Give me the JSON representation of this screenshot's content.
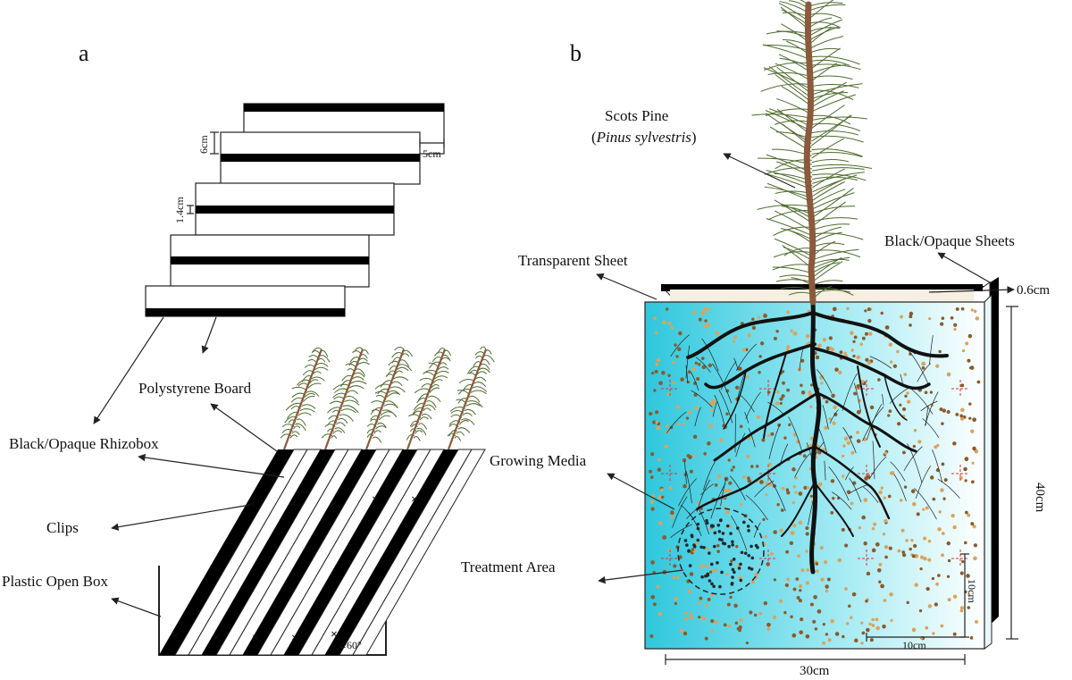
{
  "panel_a": {
    "label": "a",
    "dims": {
      "height": "6cm",
      "overhang": "5cm",
      "stripe": "1.4cm"
    },
    "labels": {
      "board": "Polystyrene Board",
      "rhizobox": "Black/Opaque Rhizobox",
      "clips": "Clips",
      "box": "Plastic Open Box",
      "angle": "∠60°"
    },
    "clip_mark": "×"
  },
  "panel_b": {
    "label": "b",
    "labels": {
      "pine_common": "Scots Pine",
      "pine_paren_open": "(",
      "pine_latin": "Pinus sylvestris",
      "pine_paren_close": ")",
      "black_sheets": "Black/Opaque Sheets",
      "transparent": "Transparent Sheet",
      "thickness": "0.6cm",
      "growing_media": "Growing Media",
      "treatment": "Treatment Area",
      "height": "40cm",
      "width": "30cm",
      "grid_v": "10cm",
      "grid_h": "10cm"
    }
  },
  "colors": {
    "cyan": "#33c9de",
    "soil_brown": "#8b5a2b",
    "soil_light": "#d9a35f",
    "stem": "#8b5a3c",
    "needle": "#4e6b2e",
    "clip": "#f2a100",
    "grid_red": "#e03030"
  }
}
